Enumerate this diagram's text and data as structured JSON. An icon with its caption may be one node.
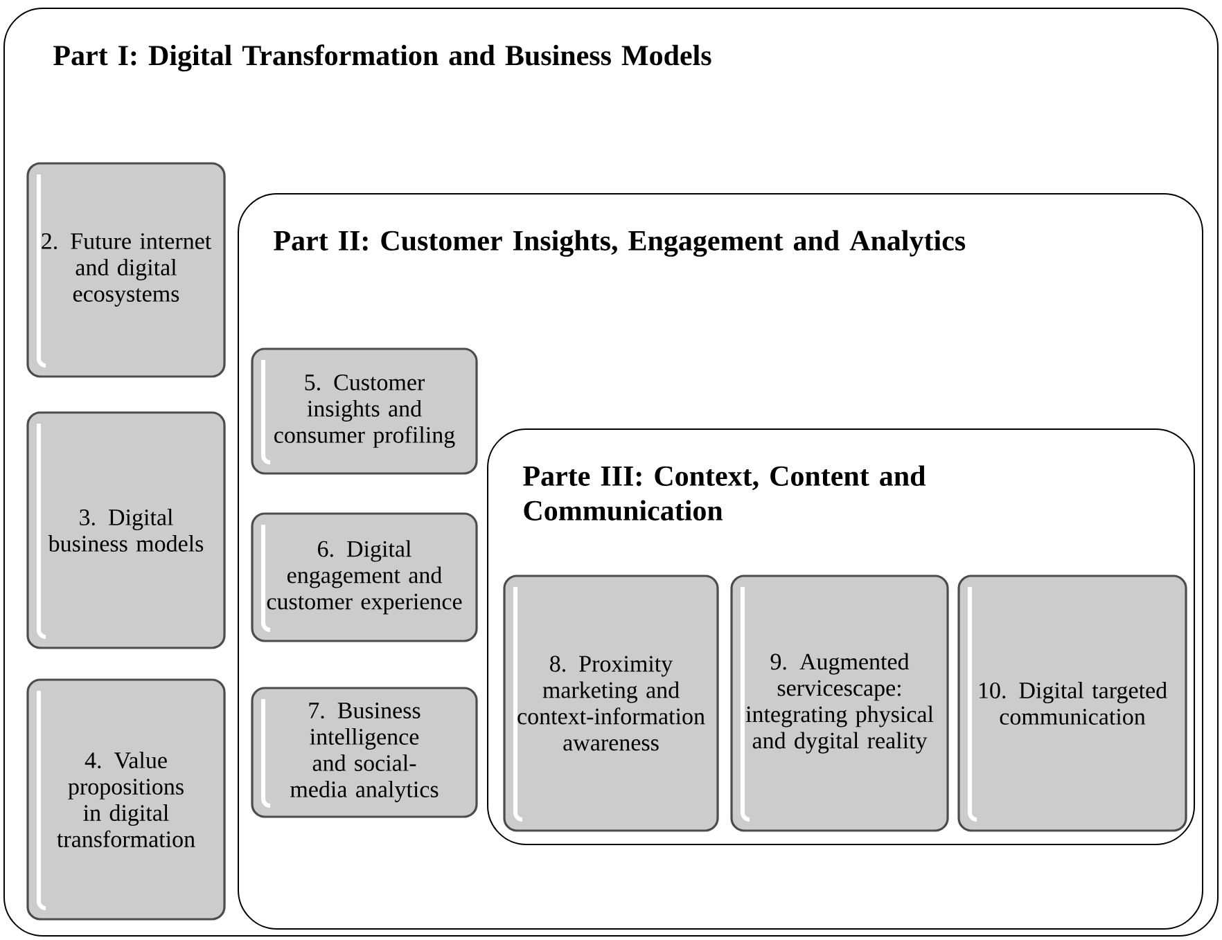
{
  "diagram": {
    "nodes": [
      {
        "text": [
          "Part I: Digital Transformation and Business Models"
        ]
      },
      {
        "text": [
          "2. Future internet and digital ecosystems"
        ],
        "in": 0
      },
      {
        "text": [
          "3. Digital business models"
        ],
        "in": 0
      },
      {
        "text": [
          "4. Value propositions in digital transformation"
        ],
        "in": 0
      },
      {
        "text": [
          "Part II: Customer Insights, Engagement and Analytics"
        ],
        "in": 0
      },
      {
        "text": [
          "5. Customer insights and consumer profiling"
        ],
        "in": 4
      },
      {
        "text": [
          "6. Digital engagement and customer experience"
        ],
        "in": 4
      },
      {
        "text": [
          "7. Business intelligence and social-media analytics"
        ],
        "in": 4
      },
      {
        "text": [
          "Parte III: Context, Content and Communication"
        ],
        "in": 4
      },
      {
        "text": [
          "8. Proximity marketing and context-information awareness"
        ],
        "in": 8
      },
      {
        "text": [
          "9. Augmented servicescape: integrating physical and dygital reality"
        ],
        "in": 8
      },
      {
        "text": [
          "10. Digital targeted communication"
        ],
        "in": 8
      }
    ]
  }
}
